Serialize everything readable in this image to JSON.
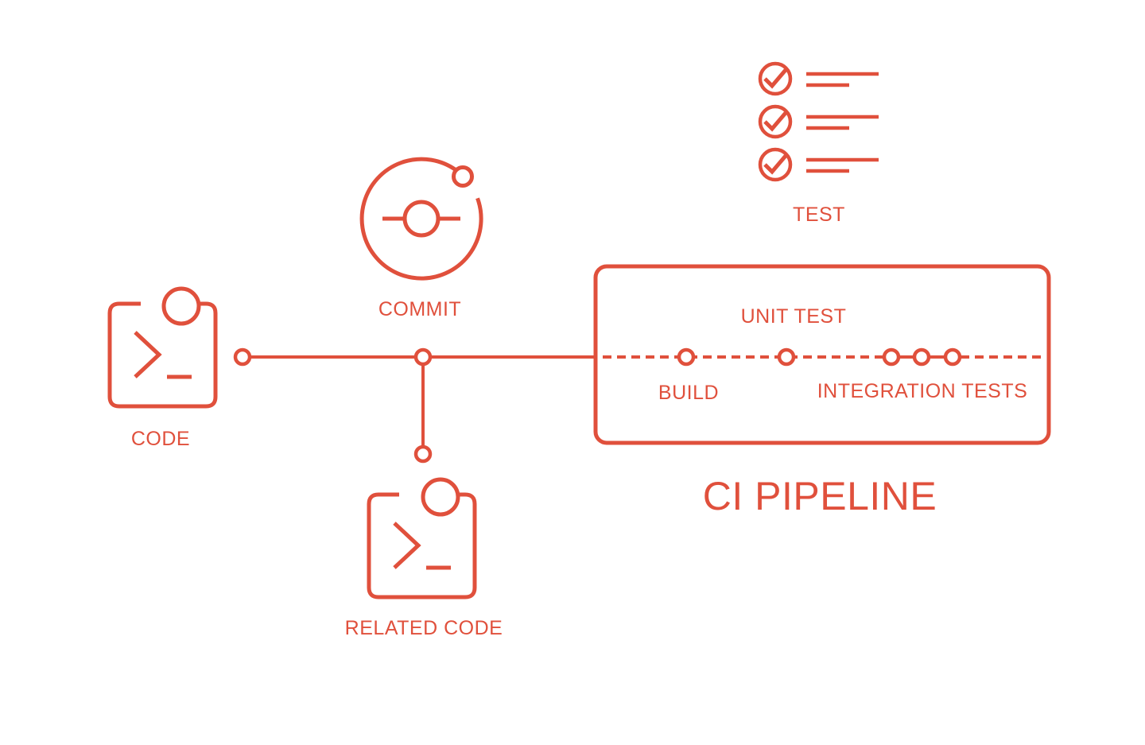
{
  "colors": {
    "accent": "#E0503C",
    "background": "#FFFFFF"
  },
  "diagram": {
    "title": "CI PIPELINE",
    "nodes": {
      "code": {
        "label": "CODE",
        "icon": "terminal-window-icon"
      },
      "commit": {
        "label": "COMMIT",
        "icon": "git-commit-orbit-icon"
      },
      "test": {
        "label": "TEST",
        "icon": "checklist-icon"
      },
      "related_code": {
        "label": "RELATED CODE",
        "icon": "terminal-window-icon"
      }
    },
    "pipeline": {
      "stages": [
        {
          "label": "BUILD",
          "label_position": "below",
          "dots": 1
        },
        {
          "label": "UNIT TEST",
          "label_position": "above",
          "dots": 1
        },
        {
          "label": "INTEGRATION TESTS",
          "label_position": "below",
          "dots": 3
        }
      ],
      "line_style": "dashed"
    }
  }
}
